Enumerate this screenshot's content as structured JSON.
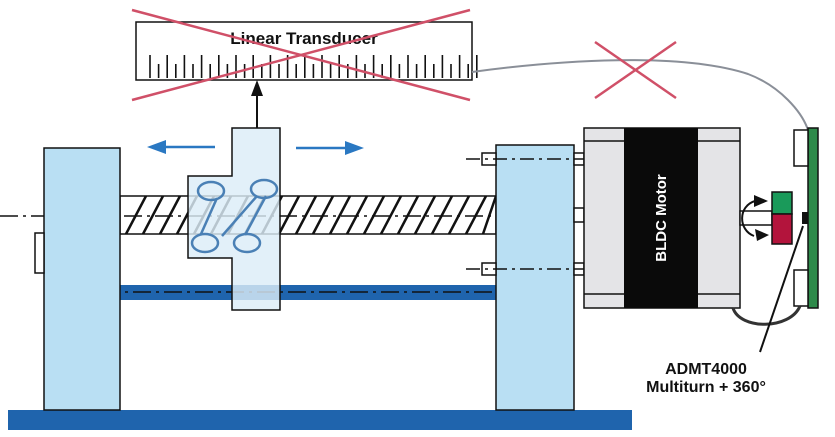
{
  "diagram": {
    "transducer_label": "Linear Transducer",
    "motor_label": "BLDC Motor",
    "sensor_label_line1": "ADMT4000",
    "sensor_label_line2": "Multiturn + 360°"
  },
  "colors": {
    "support_fill": "#b9dff3",
    "carriage_fill": "#dcedf8",
    "rail_blue": "#1f64ad",
    "base_blue": "#1f64ad",
    "arrow_blue": "#2a78c2",
    "cross_red": "#d05068",
    "motor_black": "#0a0a0a",
    "motor_gray": "#e4e4e7",
    "pcb_green": "#2e8a4a",
    "magnet_green": "#1a9a5a",
    "magnet_red": "#b3143c",
    "cable_gray": "#8a8f98"
  }
}
